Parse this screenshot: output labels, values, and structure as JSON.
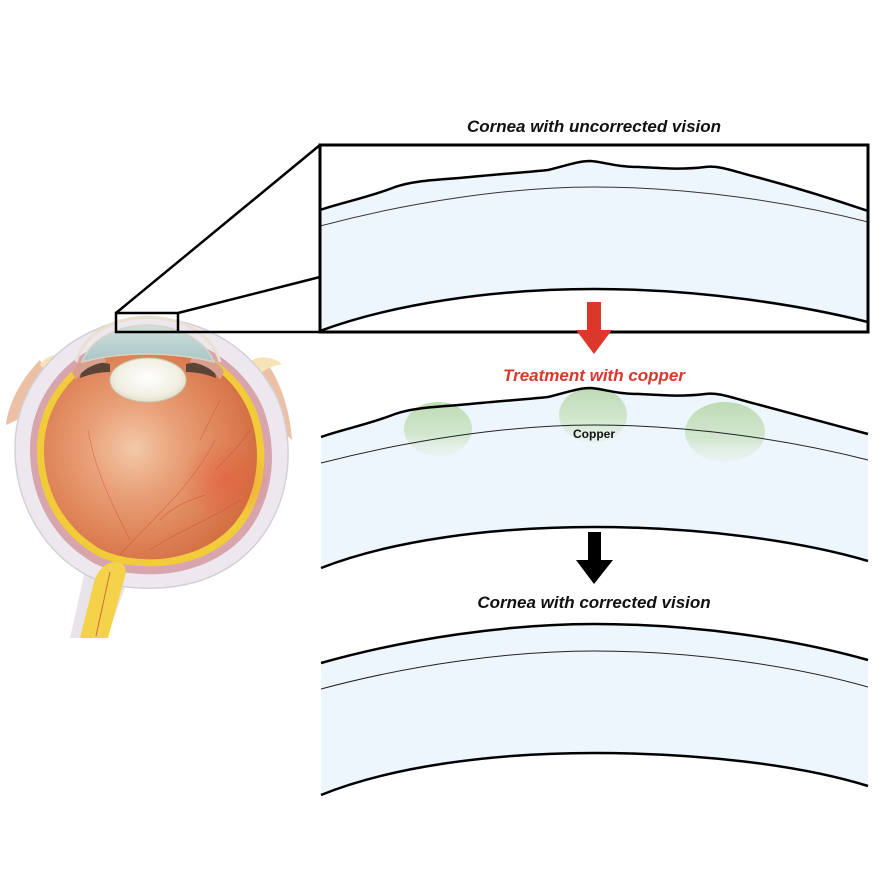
{
  "figure": {
    "title_uncorrected": "Cornea with uncorrected vision",
    "title_treatment": "Treatment with copper",
    "title_corrected": "Cornea with corrected vision",
    "copper_label": "Copper",
    "colors": {
      "treatment_text": "#d9382a",
      "treatment_arrow": "#d9382a",
      "result_arrow": "#000000",
      "cornea_fill": "#eef6fd",
      "copper_fill": "#bcdcb0",
      "outline": "#000000"
    },
    "panels": [
      {
        "name": "uncorrected",
        "surface": "irregular",
        "zoom_box": true
      },
      {
        "name": "treatment",
        "surface": "irregular",
        "copper_deposits": 3
      },
      {
        "name": "corrected",
        "surface": "smooth"
      }
    ],
    "illustration": {
      "subject": "eye cross-section",
      "highlighted_region": "cornea"
    }
  }
}
